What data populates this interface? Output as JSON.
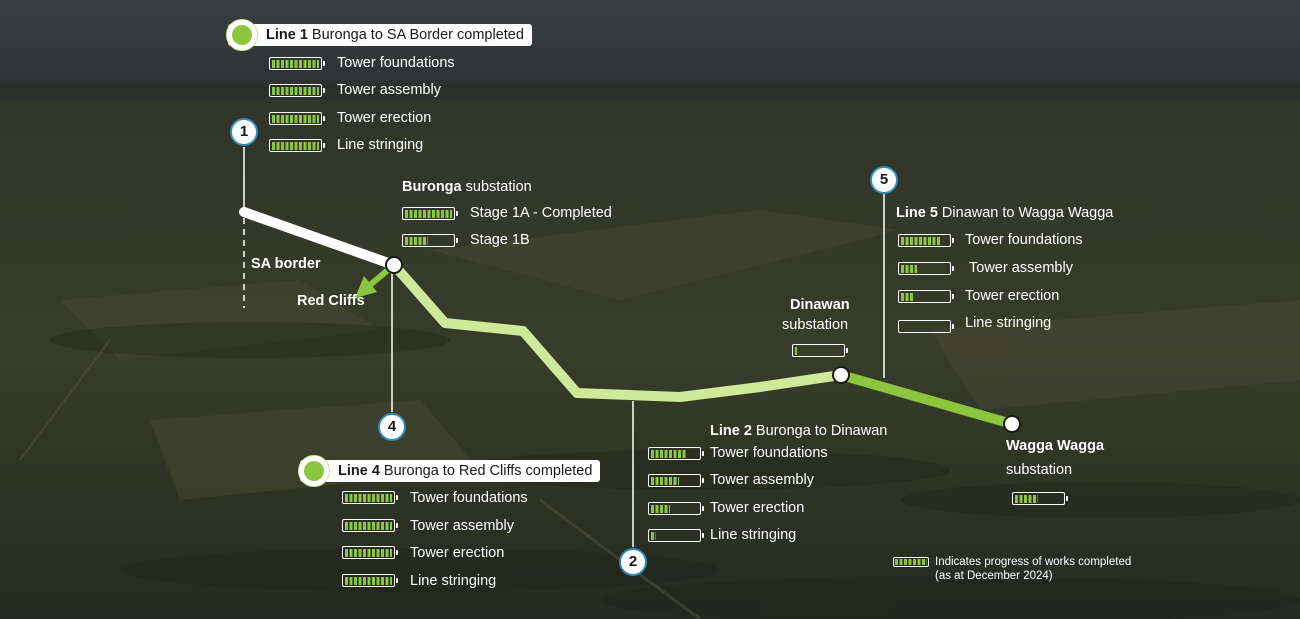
{
  "line1": {
    "number": "1",
    "title_bold": "Line 1",
    "title_rest": " Buronga to SA Border completed",
    "items": [
      {
        "label": "Tower foundations",
        "progress": 1.0
      },
      {
        "label": "Tower assembly",
        "progress": 1.0
      },
      {
        "label": "Tower erection",
        "progress": 1.0
      },
      {
        "label": "Line stringing",
        "progress": 1.0
      }
    ]
  },
  "buronga": {
    "name": "Buronga",
    "suffix": " substation",
    "items": [
      {
        "label": "Stage 1A - Completed",
        "progress": 1.0
      },
      {
        "label": "Stage 1B",
        "progress": 0.5
      }
    ]
  },
  "sa_border": "SA border",
  "red_cliffs": "Red Cliffs",
  "line4": {
    "number": "4",
    "title_bold": "Line 4",
    "title_rest": " Buronga to Red Cliffs completed",
    "items": [
      {
        "label": "Tower foundations",
        "progress": 1.0
      },
      {
        "label": "Tower assembly",
        "progress": 1.0
      },
      {
        "label": "Tower erection",
        "progress": 1.0
      },
      {
        "label": "Line stringing",
        "progress": 1.0
      }
    ]
  },
  "line2": {
    "number": "2",
    "title_bold": "Line 2",
    "title_rest": " Buronga to Dinawan",
    "items": [
      {
        "label": "Tower foundations",
        "progress": 0.75
      },
      {
        "label": "Tower assembly",
        "progress": 0.6
      },
      {
        "label": "Tower erection",
        "progress": 0.4
      },
      {
        "label": "Line stringing",
        "progress": 0.1
      }
    ]
  },
  "dinawan": {
    "name": "Dinawan",
    "sub": "substation",
    "progress": 0.05
  },
  "line5": {
    "number": "5",
    "title_bold": "Line 5",
    "title_rest": " Dinawan to Wagga Wagga",
    "items": [
      {
        "label": "Tower foundations",
        "progress": 0.85
      },
      {
        "label": "Tower assembly",
        "progress": 0.35
      },
      {
        "label": "Tower erection",
        "progress": 0.25
      },
      {
        "label": "Line stringing",
        "progress": 0.0
      }
    ]
  },
  "wagga": {
    "name": "Wagga Wagga",
    "sub": "substation",
    "progress": 0.5
  },
  "legend": {
    "line1": "Indicates progress of works completed",
    "line2": "(as at December 2024)"
  },
  "colors": {
    "completed_line": "#ffffff",
    "line2_route": "#cfe99a",
    "line4_route": "#8cc63f",
    "line5_route": "#8cc63f",
    "progress_fill": "#8cc63f",
    "marker_ring": "#2f8ab9"
  }
}
